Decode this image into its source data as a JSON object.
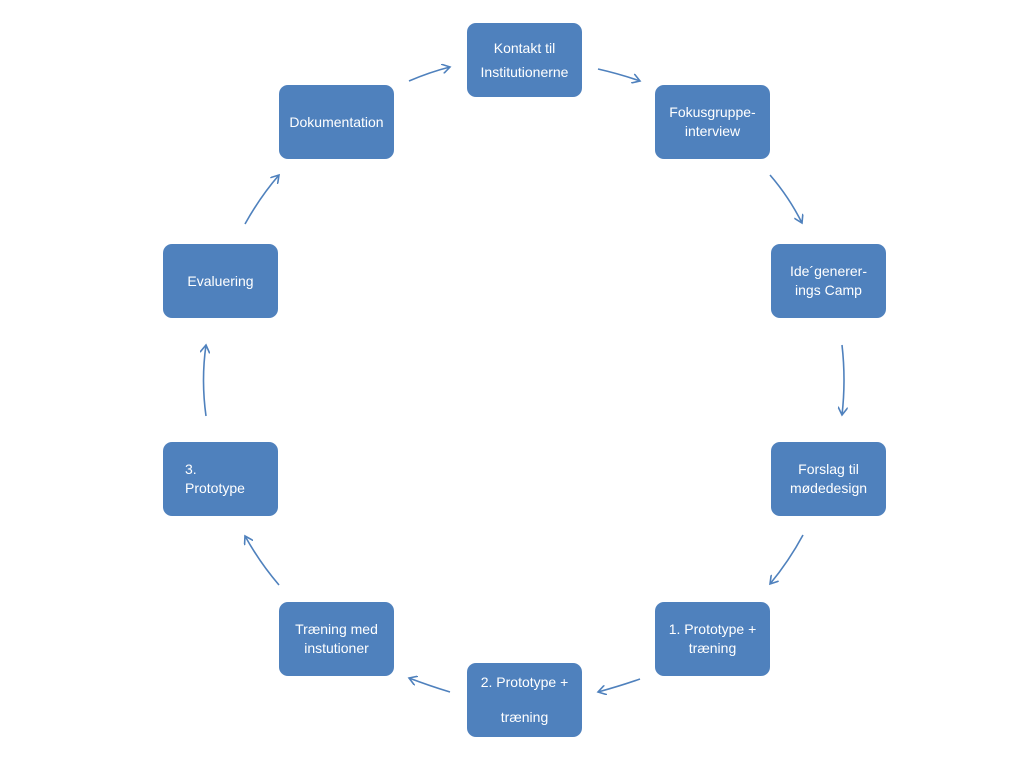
{
  "diagram": {
    "nodes": [
      {
        "id": "kontakt",
        "label": "Kontakt til\nInstitutionerne"
      },
      {
        "id": "fokus",
        "label": "Fokusgruppe-\ninterview"
      },
      {
        "id": "ide",
        "label": "Ide´generer-\nings Camp"
      },
      {
        "id": "forslag",
        "label": "Forslag til\nmødedesign"
      },
      {
        "id": "proto1",
        "label": "1. Prototype +\ntræning"
      },
      {
        "id": "proto2",
        "label": "2. Prototype +\ntræning"
      },
      {
        "id": "traening",
        "label": "Træning  med\ninstutioner"
      },
      {
        "id": "proto3",
        "label": "3.\nPrototype"
      },
      {
        "id": "evaluering",
        "label": "Evaluering"
      },
      {
        "id": "dokumentation",
        "label": "Dokumentation"
      }
    ],
    "colors": {
      "node_fill": "#4f81bd",
      "node_text": "#ffffff",
      "arrow": "#4f81bd"
    }
  }
}
